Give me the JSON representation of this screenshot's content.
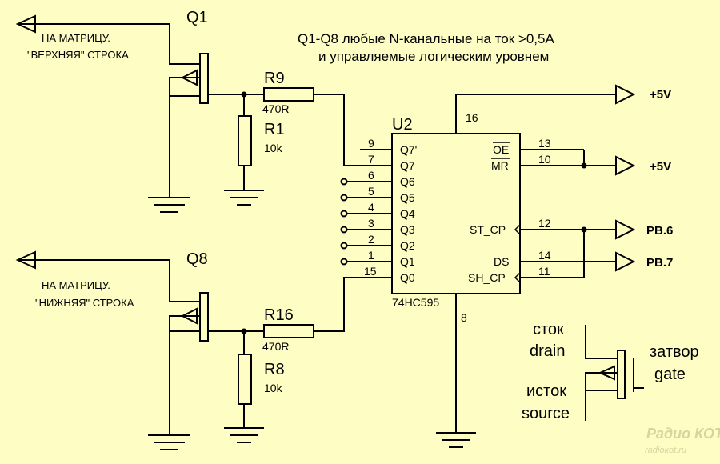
{
  "note": {
    "line1": "Q1-Q8  любые  N-канальные на  ток >0,5А",
    "line2": "и управляемые логическим уровнем"
  },
  "components": {
    "q1": "Q1",
    "q8": "Q8",
    "r9": "R9",
    "r9_value": "470R",
    "r1": "R1",
    "r1_value": "10k",
    "r16": "R16",
    "r16_value": "470R",
    "r8": "R8",
    "r8_value": "10k",
    "u2": "U2",
    "u2_part": "74HC595"
  },
  "matrix_labels": {
    "top_line1": "НА МАТРИЦУ.",
    "top_line2": "\"ВЕРХНЯЯ\" СТРОКА",
    "bottom_line1": "НА МАТРИЦУ.",
    "bottom_line2": "\"НИЖНЯЯ\" СТРОКА"
  },
  "ic_pins_left": [
    {
      "num": "9",
      "name": "Q7'"
    },
    {
      "num": "7",
      "name": "Q7"
    },
    {
      "num": "6",
      "name": "Q6"
    },
    {
      "num": "5",
      "name": "Q5"
    },
    {
      "num": "4",
      "name": "Q4"
    },
    {
      "num": "3",
      "name": "Q3"
    },
    {
      "num": "2",
      "name": "Q2"
    },
    {
      "num": "1",
      "name": "Q1"
    },
    {
      "num": "15",
      "name": "Q0"
    }
  ],
  "ic_pins_right": [
    {
      "num": "13",
      "name": "OE"
    },
    {
      "num": "10",
      "name": "MR"
    },
    {
      "num": "12",
      "name": "ST_CP"
    },
    {
      "num": "14",
      "name": "DS"
    },
    {
      "num": "11",
      "name": "SH_CP"
    }
  ],
  "ic_power_pins": {
    "vcc": "16",
    "gnd": "8"
  },
  "nets": {
    "vcc_top": "+5V",
    "vcc_mr": "+5V",
    "pb6": "PB.6",
    "pb7": "PB.7"
  },
  "legend": {
    "drain_ru": "сток",
    "drain_en": "drain",
    "source_ru": "исток",
    "source_en": "source",
    "gate_ru": "затвор",
    "gate_en": "gate"
  },
  "watermark": {
    "logo": "Радио КОТ",
    "url": "radiokot.ru"
  },
  "colors": {
    "background": "#fefdc4",
    "ink": "#000000",
    "watermark": "#d6d5a0"
  }
}
